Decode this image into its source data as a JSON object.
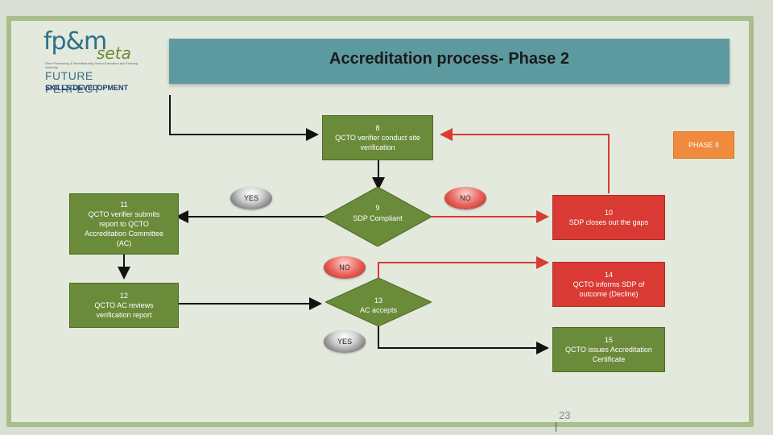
{
  "header": {
    "title": "Accreditation process- Phase 2"
  },
  "logo": {
    "brand_fpm": "fp&m",
    "brand_seta": "seta",
    "tagline": "Fibre Processing & Manufacturing Sector Education and Training Authority",
    "future": "FUTURE PERFECT",
    "skills": "SKILLS DEVELOPMENT"
  },
  "steps": {
    "s8": {
      "num": "8",
      "text": "QCTO verifier conduct site verification"
    },
    "s9": {
      "num": "9",
      "text": "SDP Compliant"
    },
    "s10": {
      "num": "10",
      "text": "SDP closes out the gaps"
    },
    "s11": {
      "num": "11",
      "text": "QCTO verifier submits report to QCTO Accreditation Committee (AC)"
    },
    "s12": {
      "num": "12",
      "text": "QCTO AC reviews verification report"
    },
    "s13": {
      "num": "13",
      "text": "AC accepts"
    },
    "s14": {
      "num": "14",
      "text": "QCTO informs SDP of outcome (Decline)"
    },
    "s15": {
      "num": "15",
      "text": "QCTO issues Accreditation Certificate"
    }
  },
  "labels": {
    "yes1": "YES",
    "no1": "NO",
    "no2": "NO",
    "yes2": "YES",
    "phase": "PHASE II"
  },
  "page_number": "23",
  "colors": {
    "box_green": "#6a8b3a",
    "arrow_red": "#d93a34",
    "phase_orange": "#f08a3c",
    "banner": "#5d9aa0"
  }
}
